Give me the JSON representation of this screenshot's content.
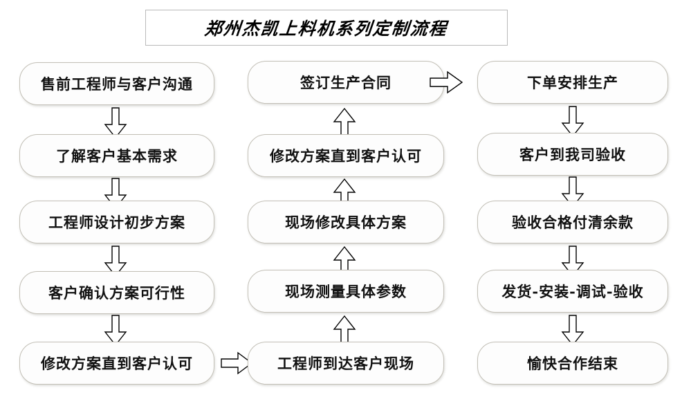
{
  "title": {
    "text": "郑州杰凯上料机系列定制流程"
  },
  "colors": {
    "box_border": "#c2bfb6",
    "title_border": "#b9b9b9",
    "arrow_stroke": "#000000",
    "background": "#ffffff",
    "text": "#111111"
  },
  "chart_data": {
    "type": "diagram",
    "title": "郑州杰凯上料机系列定制流程",
    "layout": "three-column serpentine flowchart",
    "columns": [
      {
        "index": 1,
        "flow_direction": "down",
        "nodes": [
          "售前工程师与客户沟通",
          "了解客户基本需求",
          "工程师设计初步方案",
          "客户确认方案可行性",
          "修改方案直到客户认可"
        ]
      },
      {
        "index": 2,
        "flow_direction": "up",
        "nodes": [
          "签订生产合同",
          "修改方案直到客户认可",
          "现场修改具体方案",
          "现场测量具体参数",
          "工程师到达客户现场"
        ]
      },
      {
        "index": 3,
        "flow_direction": "down",
        "nodes": [
          "下单安排生产",
          "客户到我司验收",
          "验收合格付清余款",
          "发货-安装-调试-验收",
          "愉快合作结束"
        ]
      }
    ],
    "connectors": [
      {
        "from": "修改方案直到客户认可",
        "to": "工程师到达客户现场",
        "direction": "right"
      },
      {
        "from": "签订生产合同",
        "to": "下单安排生产",
        "direction": "right"
      }
    ]
  },
  "col1": {
    "n0": "售前工程师与客户沟通",
    "n1": "了解客户基本需求",
    "n2": "工程师设计初步方案",
    "n3": "客户确认方案可行性",
    "n4": "修改方案直到客户认可"
  },
  "col2": {
    "n0": "签订生产合同",
    "n1": "修改方案直到客户认可",
    "n2": "现场修改具体方案",
    "n3": "现场测量具体参数",
    "n4": "工程师到达客户现场"
  },
  "col3": {
    "n0": "下单安排生产",
    "n1": "客户到我司验收",
    "n2": "验收合格付清余款",
    "n3": "发货-安装-调试-验收",
    "n4": "愉快合作结束"
  }
}
